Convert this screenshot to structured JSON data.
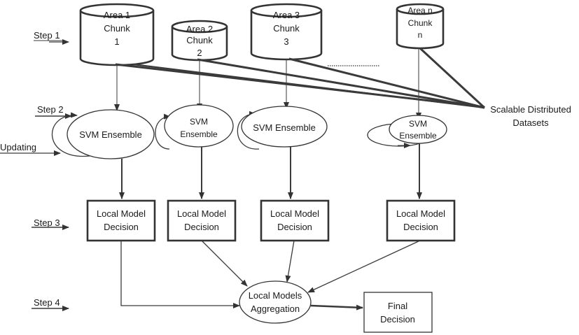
{
  "steps": [
    "Step 1",
    "Step 2",
    "Step 3",
    "Step 4"
  ],
  "updating_label": "Updating",
  "chunks": [
    {
      "line1": "Area 1",
      "line2": "Chunk",
      "line3": "1"
    },
    {
      "line1": "Area 2",
      "line2": "Chunk",
      "line3": "2"
    },
    {
      "line1": "Area 3",
      "line2": "Chunk",
      "line3": "3"
    },
    {
      "line1": "Area n",
      "line2": "Chunk",
      "line3": "n"
    }
  ],
  "svm": [
    {
      "line1": "SVM Ensemble",
      "line2": ""
    },
    {
      "line1": "SVM",
      "line2": "Ensemble"
    },
    {
      "line1": "SVM Ensemble",
      "line2": ""
    },
    {
      "line1": "SVM",
      "line2": "Ensemble"
    }
  ],
  "local_model": {
    "line1": "Local Model",
    "line2": "Decision"
  },
  "scalable": {
    "line1": "Scalable Distributed",
    "line2": "Datasets"
  },
  "aggregation": {
    "line1": "Local Models",
    "line2": "Aggregation"
  },
  "final": {
    "line1": "Final",
    "line2": "Decision"
  }
}
